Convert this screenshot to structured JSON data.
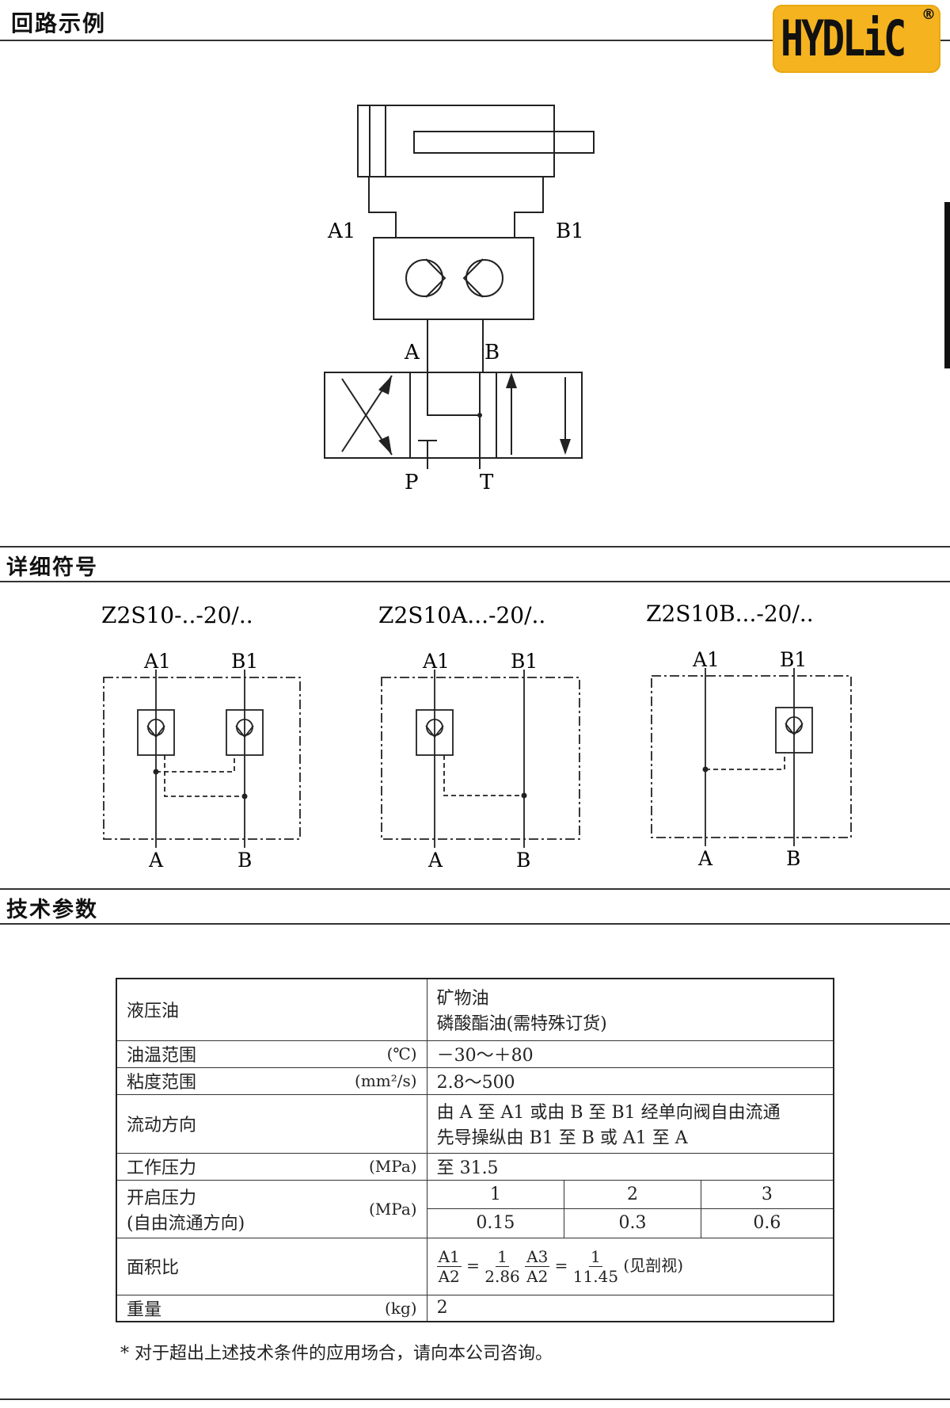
{
  "header": {
    "title": "回路示例",
    "logo_text": "HYDLiC",
    "logo_mark": "®"
  },
  "circuit": {
    "port_a1": "A1",
    "port_b1": "B1",
    "port_a": "A",
    "port_b": "B",
    "port_p": "P",
    "port_t": "T"
  },
  "symbols_section": {
    "title": "详细符号",
    "symbols": [
      {
        "model": "Z2S10-..-20/..",
        "top_left": "A1",
        "top_right": "B1",
        "bottom_left": "A",
        "bottom_right": "B"
      },
      {
        "model": "Z2S10A...-20/..",
        "top_left": "A1",
        "top_right": "B1",
        "bottom_left": "A",
        "bottom_right": "B"
      },
      {
        "model": "Z2S10B...-20/..",
        "top_left": "A1",
        "top_right": "B1",
        "bottom_left": "A",
        "bottom_right": "B"
      }
    ]
  },
  "tech_section": {
    "title": "技术参数",
    "rows": {
      "fluid": {
        "label": "液压油",
        "value_line1": "矿物油",
        "value_line2": "磷酸酯油(需特殊订货)"
      },
      "oil_temp": {
        "label": "油温范围",
        "unit": "(℃)",
        "value": "－30～＋80"
      },
      "viscosity": {
        "label": "粘度范围",
        "unit": "(mm²/s)",
        "value": "2.8～500"
      },
      "flow_dir": {
        "label": "流动方向",
        "value_line1": "由 A 至 A1 或由 B 至 B1 经单向阀自由流通",
        "value_line2": "先导操纵由 B1 至 B 或 A1 至 A"
      },
      "work_pressure": {
        "label": "工作压力",
        "unit": "(MPa)",
        "value": "至 31.5"
      },
      "crack_pressure": {
        "label_line1": "开启压力",
        "label_line2": "(自由流通方向)",
        "unit": "(MPa)",
        "headers": [
          "1",
          "2",
          "3"
        ],
        "values": [
          "0.15",
          "0.3",
          "0.6"
        ]
      },
      "area_ratio": {
        "label": "面积比",
        "f1_num": "A1",
        "f1_den": "A2",
        "eq1": "=",
        "f2_num": "1",
        "f2_den": "2.86",
        "f3_num": "A3",
        "f3_den": "A2",
        "eq2": "=",
        "f4_num": "1",
        "f4_den": "11.45",
        "note": "(见剖视)"
      },
      "weight": {
        "label": "重量",
        "unit": "(kg)",
        "value": "2"
      }
    },
    "footnote": "* 对于超出上述技术条件的应用场合，请向本公司咨询。"
  }
}
